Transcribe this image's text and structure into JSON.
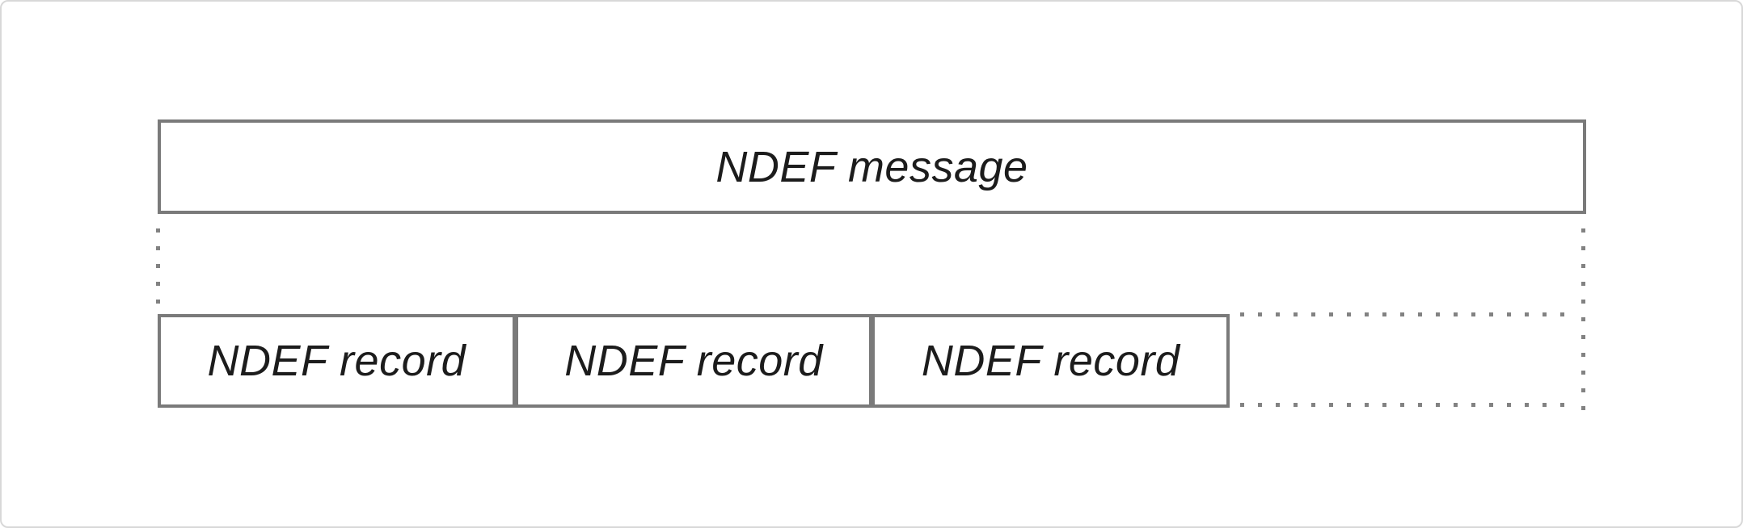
{
  "diagram": {
    "message": {
      "label": "NDEF message"
    },
    "records": [
      {
        "label": "NDEF record"
      },
      {
        "label": "NDEF record"
      },
      {
        "label": "NDEF record"
      }
    ],
    "colors": {
      "line": "#7a7a7a",
      "dots": "#828282",
      "text": "#1c1c1c",
      "card_border": "#d8d8d8",
      "background": "#ffffff"
    }
  }
}
